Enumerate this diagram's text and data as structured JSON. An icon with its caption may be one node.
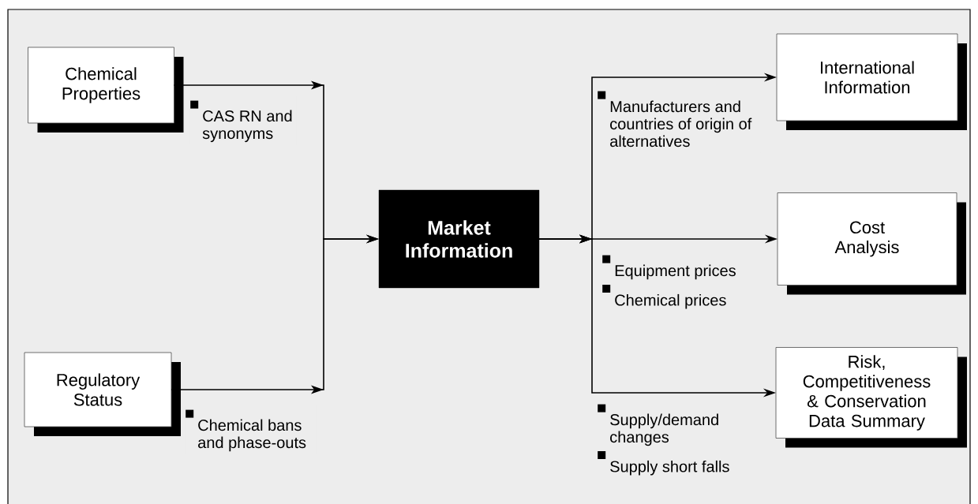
{
  "diagram": {
    "nodes": [
      {
        "text": [
          "Chemical Properties"
        ]
      },
      {
        "text": [
          "Regulatory Status"
        ]
      },
      {
        "text": [
          "Market Information"
        ]
      },
      {
        "text": [
          "International Information"
        ]
      },
      {
        "text": [
          "Cost Analysis"
        ]
      },
      {
        "text": [
          "Risk, Competitiveness & Conservation Data Summary"
        ]
      }
    ],
    "edges": [
      {
        "from": 0,
        "to": 2,
        "arrow": "to",
        "label": "CAS RN and synonyms"
      },
      {
        "from": 1,
        "to": 2,
        "arrow": "to",
        "label": "Chemical bans and phase-outs"
      },
      {
        "from": 2,
        "to": 3,
        "arrow": "to",
        "label": "Manufacturers and countries of origin of alternatives"
      },
      {
        "from": 2,
        "to": 4,
        "arrow": "to",
        "label": [
          "Equipment prices",
          "Chemical prices"
        ]
      },
      {
        "from": 2,
        "to": 5,
        "arrow": "to",
        "label": [
          "Supply/demand changes",
          "Supply short falls"
        ]
      }
    ]
  }
}
